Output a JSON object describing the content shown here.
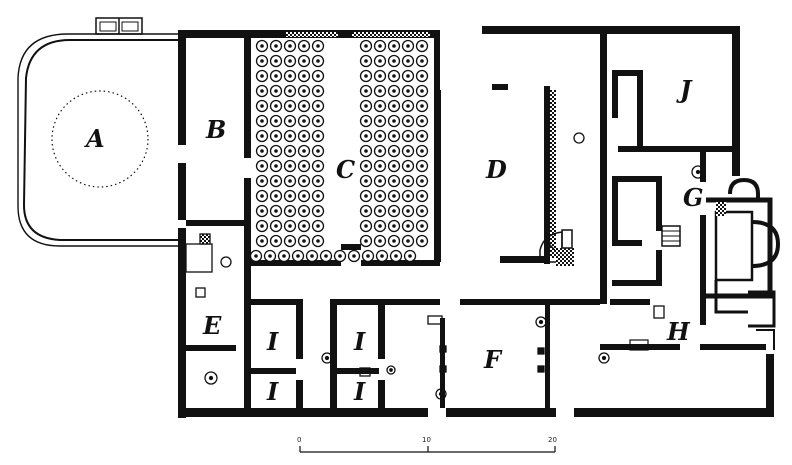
{
  "plan": {
    "rooms": [
      {
        "id": "A",
        "label": "A"
      },
      {
        "id": "B",
        "label": "B"
      },
      {
        "id": "C",
        "label": "C"
      },
      {
        "id": "D",
        "label": "D"
      },
      {
        "id": "E",
        "label": "E"
      },
      {
        "id": "F",
        "label": "F"
      },
      {
        "id": "G",
        "label": "G"
      },
      {
        "id": "H",
        "label": "H"
      },
      {
        "id": "I1",
        "label": "I"
      },
      {
        "id": "I2",
        "label": "I"
      },
      {
        "id": "I3",
        "label": "I"
      },
      {
        "id": "I4",
        "label": "I"
      },
      {
        "id": "J",
        "label": "J"
      }
    ],
    "scale": {
      "ticks": [
        "0",
        "10",
        "20"
      ]
    }
  },
  "colors": {
    "wall": "#111111",
    "paper": "#ffffff"
  }
}
